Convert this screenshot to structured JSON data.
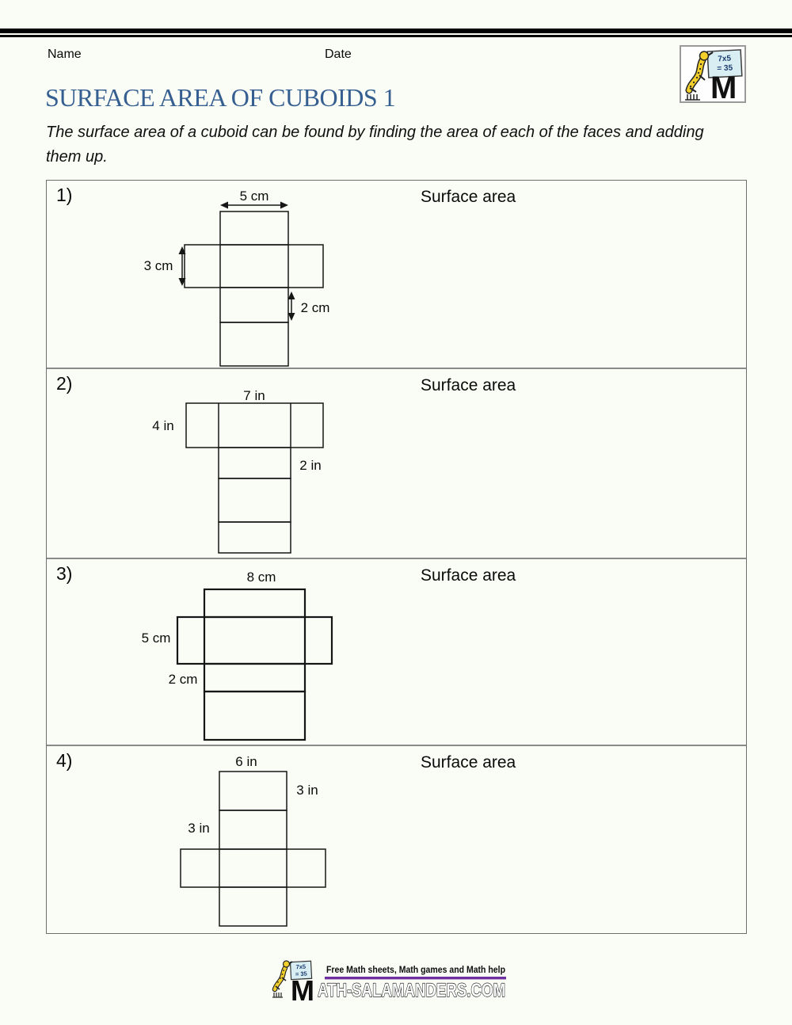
{
  "header": {
    "name_label": "Name",
    "date_label": "Date",
    "title": "SURFACE AREA OF CUBOIDS 1",
    "description_line1": "The surface area of a cuboid can be found by finding the area of each of the faces and adding",
    "description_line2": "them up."
  },
  "logo": {
    "board_line1": "7x5",
    "board_line2": "= 35",
    "m_letter": "M"
  },
  "problems": [
    {
      "number": "1)",
      "surface_label": "Surface area",
      "width_label": "5 cm",
      "height_label": "3 cm",
      "depth_label": "2 cm"
    },
    {
      "number": "2)",
      "surface_label": "Surface area",
      "width_label": "7 in",
      "height_label": "4 in",
      "depth_label": "2 in"
    },
    {
      "number": "3)",
      "surface_label": "Surface area",
      "width_label": "8 cm",
      "height_label": "5 cm",
      "depth_label": "2 cm"
    },
    {
      "number": "4)",
      "surface_label": "Surface area",
      "width_label": "6 in",
      "height_label": "3 in",
      "depth_label": "3 in"
    }
  ],
  "footer": {
    "tagline": "Free Math sheets, Math games and Math help",
    "site_m": "M",
    "site_rest": "ATH-SALAMANDERS.COM"
  },
  "colors": {
    "title_blue": "#365f91",
    "footer_purple": "#7030a0",
    "board_cyan": "#d8eef3",
    "salamander_yellow": "#f2cf2a"
  }
}
